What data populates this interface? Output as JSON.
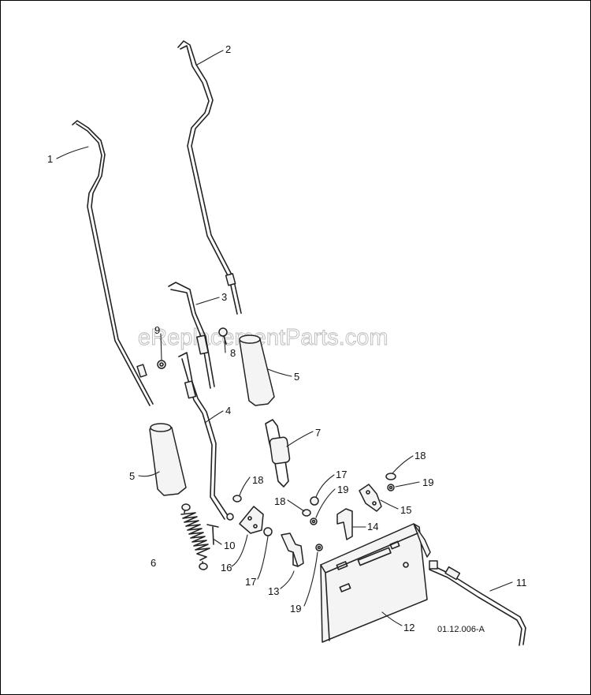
{
  "watermark": "eReplacementParts.com",
  "reference_code": "01.12.006-A",
  "callouts": {
    "c1": "1",
    "c2": "2",
    "c3": "3",
    "c4": "4",
    "c5a": "5",
    "c5b": "5",
    "c6": "6",
    "c7": "7",
    "c8": "8",
    "c9": "9",
    "c10": "10",
    "c11": "11",
    "c12": "12",
    "c13": "13",
    "c14": "14",
    "c15": "15",
    "c16": "16",
    "c17a": "17",
    "c17b": "17",
    "c18a": "18",
    "c18b": "18",
    "c18c": "18",
    "c19a": "19",
    "c19b": "19",
    "c19c": "19"
  }
}
